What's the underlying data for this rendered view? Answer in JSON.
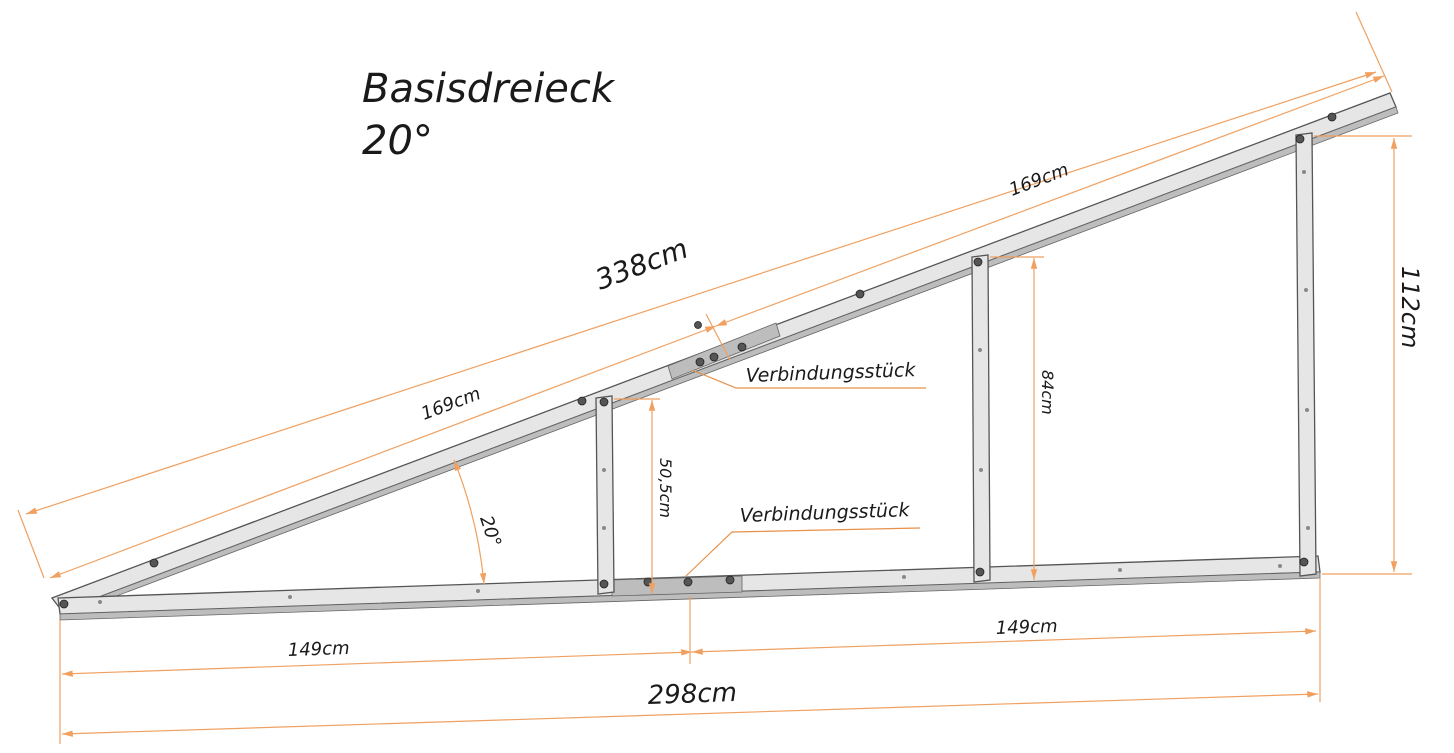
{
  "title": {
    "line1": "Basisdreieck",
    "line2": "20°"
  },
  "dimensions": {
    "hypotenuse_total": "338cm",
    "hypotenuse_upper_half": "169cm",
    "hypotenuse_lower_half": "169cm",
    "base_total": "298cm",
    "base_left_half": "149cm",
    "base_right_half": "149cm",
    "height_total": "112cm",
    "strut_middle": "84cm",
    "strut_small": "50,5cm",
    "angle": "20°"
  },
  "labels": {
    "connector_top": "Verbindungsstück",
    "connector_bottom": "Verbindungsstück"
  },
  "colors": {
    "dimension_line": "#f0a060",
    "frame_fill": "#e6e6e6",
    "frame_stroke": "#555555"
  }
}
